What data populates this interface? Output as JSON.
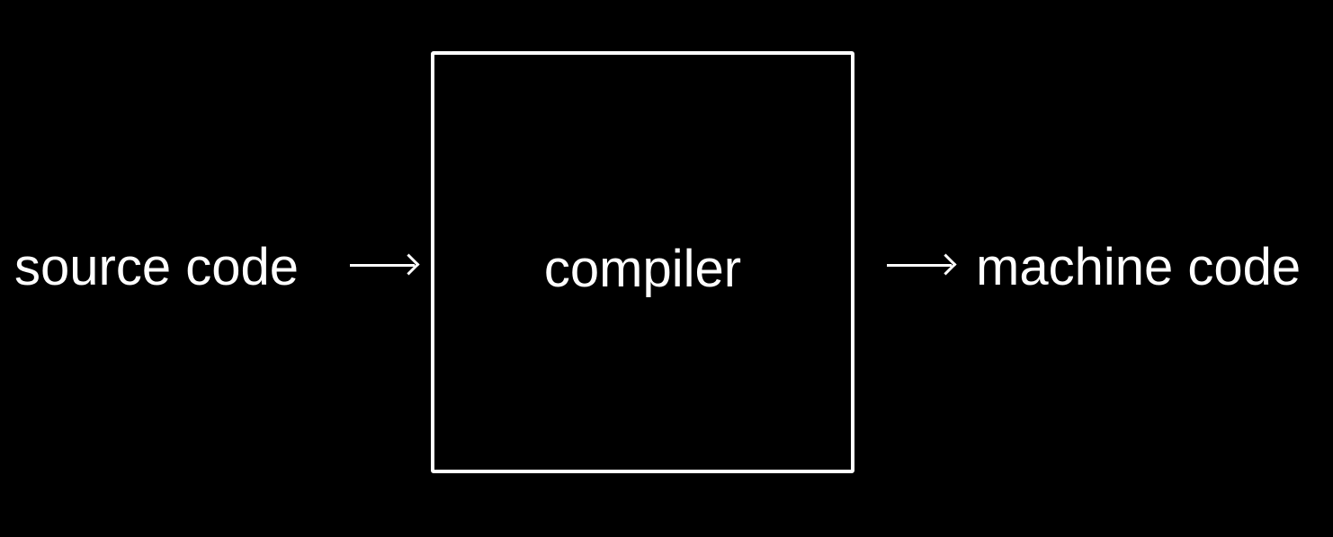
{
  "diagram": {
    "input_label": "source code",
    "process_label": "compiler",
    "output_label": "machine code"
  },
  "colors": {
    "background": "#000000",
    "foreground": "#ffffff"
  }
}
